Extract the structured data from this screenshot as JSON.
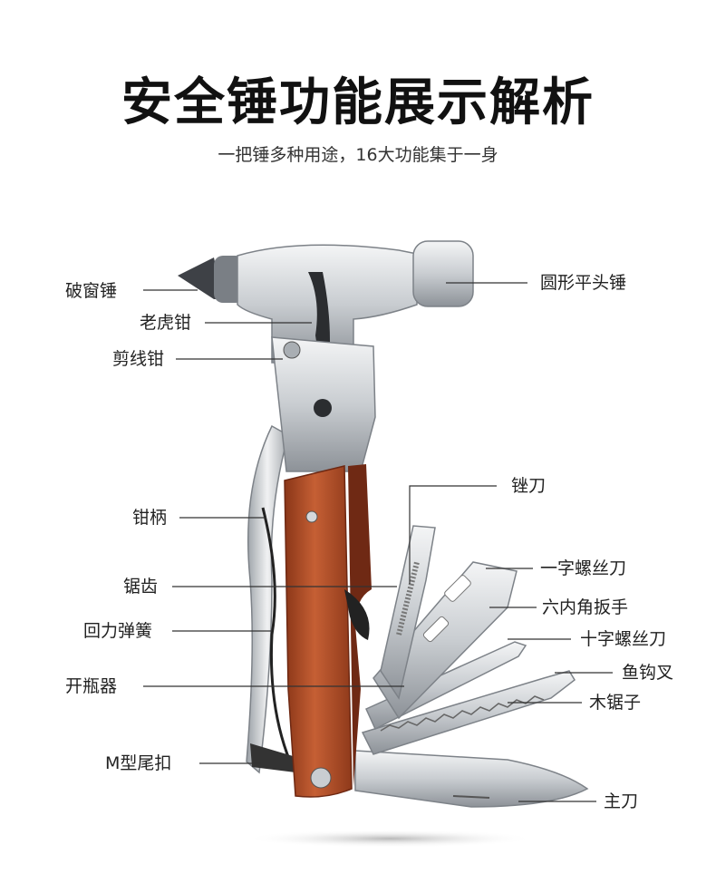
{
  "header": {
    "title": "安全锤功能展示解析",
    "subtitle": "一把锤多种用途，16大功能集于一身"
  },
  "labels": {
    "window_breaker": "破窗锤",
    "pliers": "老虎钳",
    "wire_cutter": "剪线钳",
    "handle": "钳柄",
    "saw_teeth": "锯齿",
    "spring": "回力弹簧",
    "bottle_opener": "开瓶器",
    "m_buckle": "M型尾扣",
    "round_hammer": "圆形平头锤",
    "file": "锉刀",
    "flat_screwdriver": "一字螺丝刀",
    "hex_wrench": "六内角扳手",
    "cross_screwdriver": "十字螺丝刀",
    "fish_hook": "鱼钩叉",
    "wood_saw": "木锯子",
    "main_blade": "主刀"
  },
  "colors": {
    "steel_light": "#e6e8ea",
    "steel_dark": "#8a8f94",
    "wood": "#b5502c",
    "wood_dark": "#7e2f16",
    "line": "#333333"
  }
}
